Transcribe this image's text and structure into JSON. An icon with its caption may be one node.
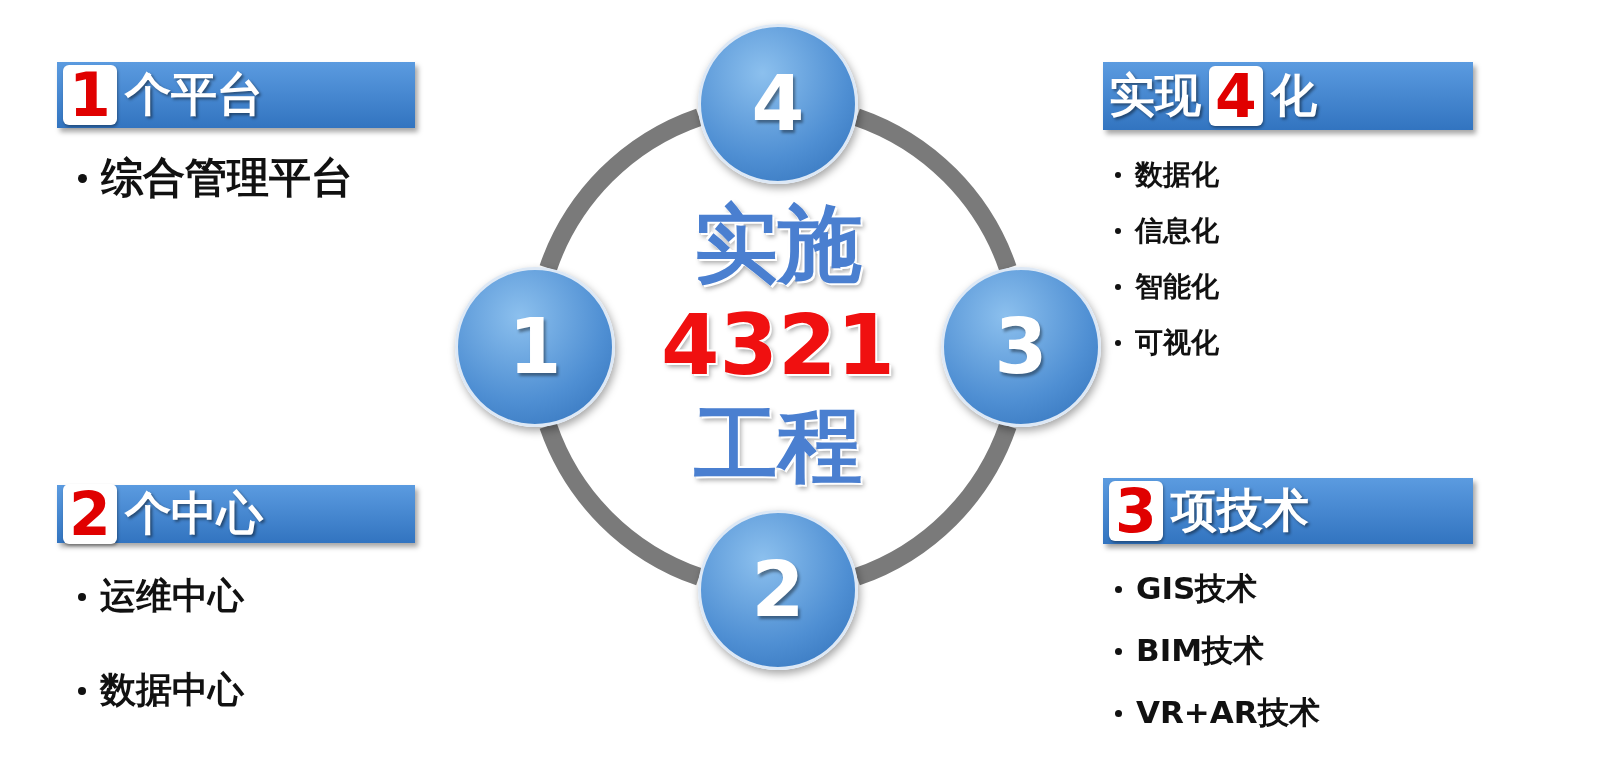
{
  "diagram": {
    "nodes": [
      {
        "text": [
          "1",
          "个平台"
        ]
      },
      {
        "text": [
          "4"
        ]
      },
      {
        "text": [
          "实现",
          "4",
          "化"
        ]
      },
      {
        "text": [
          "1"
        ]
      },
      {
        "text": [
          "实施",
          "4321",
          "工程"
        ]
      },
      {
        "text": [
          "3"
        ]
      },
      {
        "text": [
          "2",
          "个中心"
        ]
      },
      {
        "text": [
          "2"
        ]
      },
      {
        "text": [
          "3",
          "项技术"
        ]
      }
    ],
    "edges": [
      {
        "from": 1,
        "to": 5,
        "arrow": "none"
      },
      {
        "from": 5,
        "to": 7,
        "arrow": "none"
      },
      {
        "from": 7,
        "to": 3,
        "arrow": "none"
      },
      {
        "from": 3,
        "to": 1,
        "arrow": "none"
      }
    ],
    "labels": [
      "综合管理平台",
      "数据化",
      "信息化",
      "智能化",
      "可视化",
      "运维中心",
      "数据中心",
      "GIS技术",
      "BIM技术",
      "VR+AR技术"
    ]
  }
}
